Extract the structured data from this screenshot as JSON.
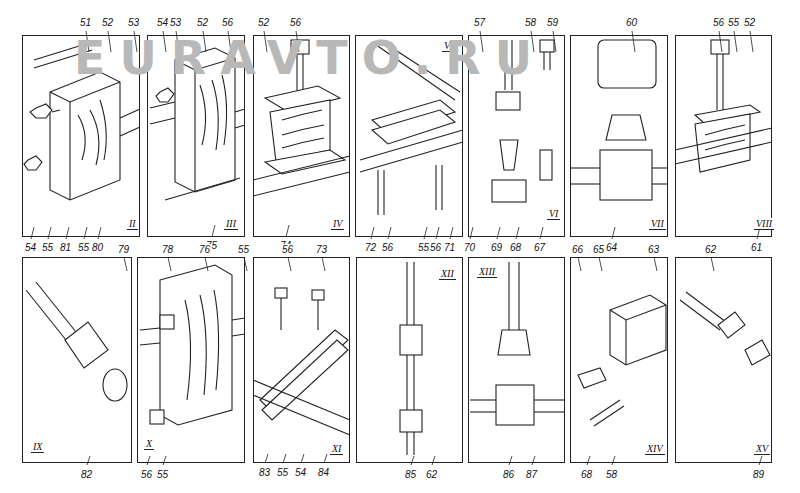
{
  "diagram": {
    "nodes": [
      {
        "text": [
          "II"
        ]
      },
      {
        "text": [
          "III"
        ]
      },
      {
        "text": [
          "IV"
        ]
      },
      {
        "text": [
          "V"
        ]
      },
      {
        "text": [
          "VI"
        ]
      },
      {
        "text": [
          "VII"
        ]
      },
      {
        "text": [
          "VIII"
        ]
      },
      {
        "text": [
          "IX"
        ]
      },
      {
        "text": [
          "X"
        ]
      },
      {
        "text": [
          "XI"
        ]
      },
      {
        "text": [
          "XII"
        ]
      },
      {
        "text": [
          "XIII"
        ]
      },
      {
        "text": [
          "XIV"
        ]
      },
      {
        "text": [
          "XV"
        ]
      }
    ],
    "edges": [],
    "labels": [
      "51",
      "52",
      "53",
      "54",
      "53",
      "52",
      "56",
      "52",
      "56",
      "57",
      "58",
      "59",
      "60",
      "56",
      "55",
      "52",
      "54",
      "55",
      "81",
      "55",
      "80",
      "75",
      "74",
      "72",
      "56",
      "55",
      "56",
      "71",
      "70",
      "69",
      "68",
      "67",
      "64",
      "61",
      "79",
      "78",
      "76",
      "55",
      "56",
      "73",
      "66",
      "65",
      "63",
      "62",
      "82",
      "56",
      "55",
      "83",
      "55",
      "54",
      "84",
      "85",
      "62",
      "86",
      "87",
      "68",
      "58",
      "89",
      "EURAVTO.RU"
    ]
  }
}
